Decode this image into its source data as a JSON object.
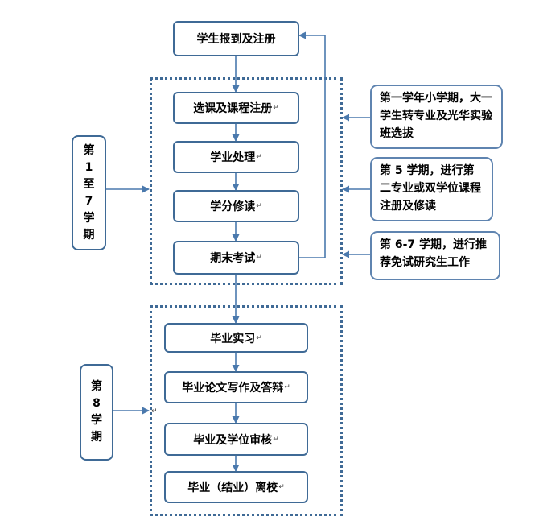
{
  "flow": {
    "register": "学生报到及注册",
    "course_select": "选课及课程注册",
    "academic_handling": "学业处理",
    "credit_study": "学分修读",
    "final_exam": "期末考试",
    "internship": "毕业实习",
    "thesis": "毕业论文写作及答辩",
    "degree_review": "毕业及学位审核",
    "leave_school": "毕业（结业）离校"
  },
  "term_labels": {
    "terms_1_7": [
      "第",
      "1",
      "至",
      "7",
      "学",
      "期"
    ],
    "term_8": [
      "第",
      "8",
      "学",
      "期"
    ]
  },
  "notes": {
    "transfer": "第一学年小学期，大一学生转专业及光华实验班选拔",
    "second_major": "第 5 学期，进行第二专业或双学位课程注册及修读",
    "postgrad": "第 6-7 学期，进行推荐免试研究生工作"
  },
  "para_mark": "↵",
  "colors": {
    "border": "#3f6a96",
    "note_border": "#5f84b0",
    "arrow": "#4a79ad"
  }
}
